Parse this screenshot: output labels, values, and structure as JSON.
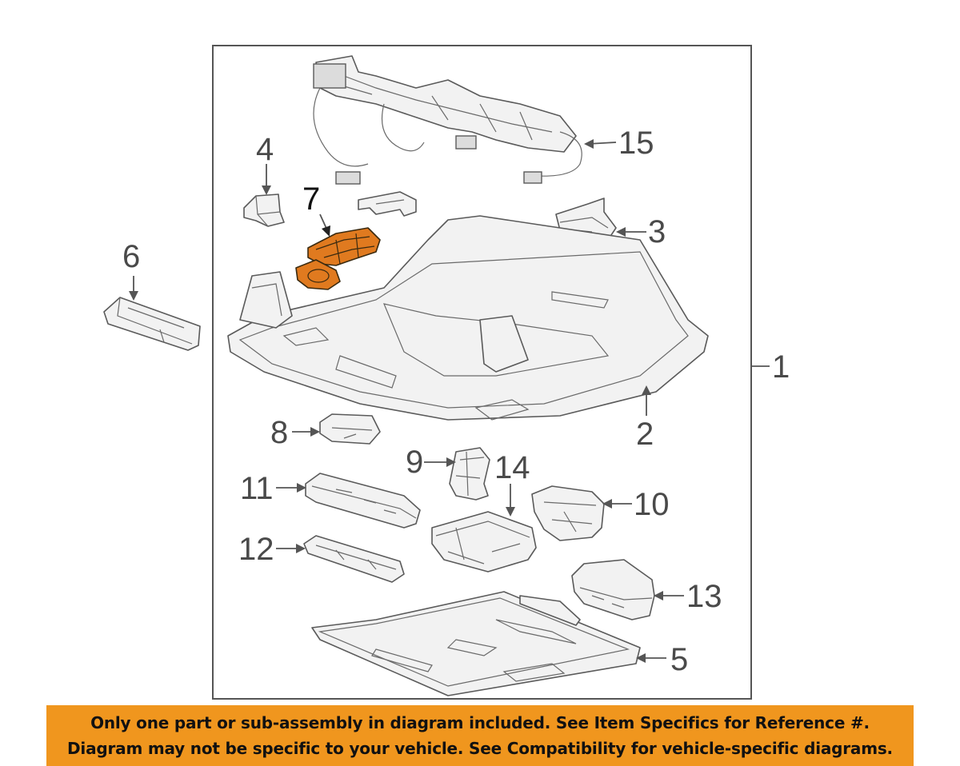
{
  "diagram": {
    "callouts": [
      "1",
      "2",
      "3",
      "4",
      "5",
      "6",
      "7",
      "8",
      "9",
      "10",
      "11",
      "12",
      "13",
      "14",
      "15"
    ],
    "highlighted_callout": "7",
    "highlight_color": "#e07a1f"
  },
  "banner": {
    "line1": "Only one part or sub-assembly in diagram included. See Item Specifics for Reference #.",
    "line2": "Diagram may not be specific to your vehicle. See Compatibility for vehicle-specific diagrams.",
    "background": "#f0961e"
  }
}
